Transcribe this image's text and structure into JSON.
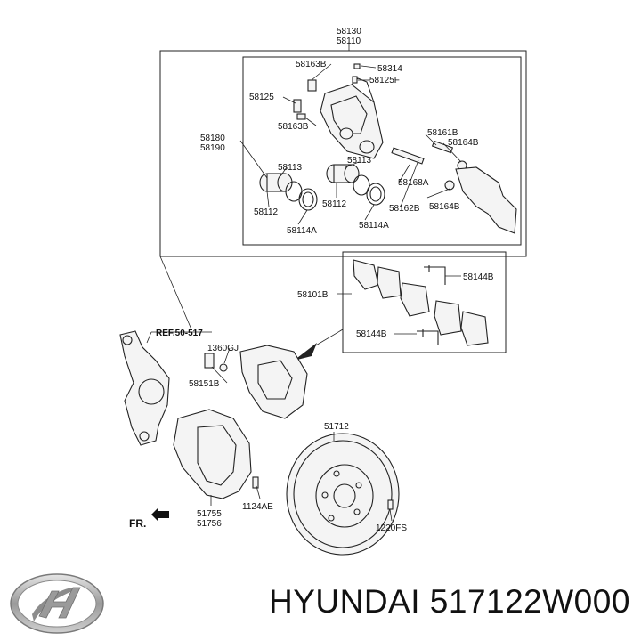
{
  "diagram": {
    "labels": {
      "p58130": "58130",
      "p58110": "58110",
      "p58163B_top": "58163B",
      "p58314": "58314",
      "p58125F": "58125F",
      "p58125": "58125",
      "p58163B_mid": "58163B",
      "p58161B": "58161B",
      "p58164B_top": "58164B",
      "p58180": "58180",
      "p58190": "58190",
      "p58113_left": "58113",
      "p58113_right": "58113",
      "p58168A": "58168A",
      "p58112_left": "58112",
      "p58112_right": "58112",
      "p58162B": "58162B",
      "p58164B_bot": "58164B",
      "p58114A_left": "58114A",
      "p58114A_right": "58114A",
      "p58144B_top": "58144B",
      "p58101B": "58101B",
      "p58144B_bot": "58144B",
      "ref": "REF.50-517",
      "p1360GJ": "1360GJ",
      "p58151B": "58151B",
      "p51712": "51712",
      "p1124AE": "1124AE",
      "p51755": "51755",
      "p51756": "51756",
      "p1220FS": "1220FS",
      "fr": "FR."
    }
  },
  "footer": {
    "title": "HYUNDAI 517122W000"
  },
  "icons": {
    "brand": "hyundai-logo-icon"
  }
}
